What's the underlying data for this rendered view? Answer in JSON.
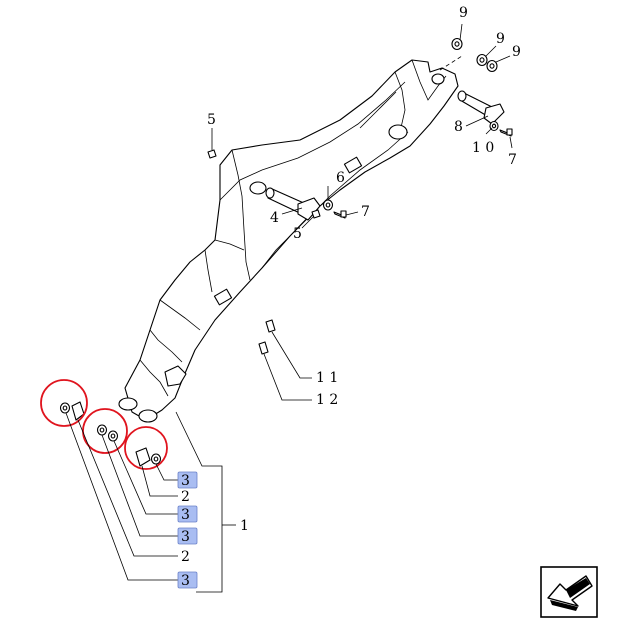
{
  "labels": {
    "c9a": "9",
    "c9b": "9",
    "c9c": "9",
    "c8": "8",
    "c10": "1 0",
    "c7a": "7",
    "c5a": "5",
    "c6": "6",
    "c7b": "7",
    "c4": "4",
    "c5b": "5",
    "c11": "1 1",
    "c12": "1 2",
    "c3a": "3",
    "c2a": "2",
    "c3b": "3",
    "c3c": "3",
    "c2b": "2",
    "c3d": "3",
    "c1": "1"
  },
  "colors": {
    "highlight_box": "#a9bdf2",
    "circle": "#e0141e",
    "line": "#000000"
  },
  "icons": {
    "nav": "arrow-back-icon"
  }
}
